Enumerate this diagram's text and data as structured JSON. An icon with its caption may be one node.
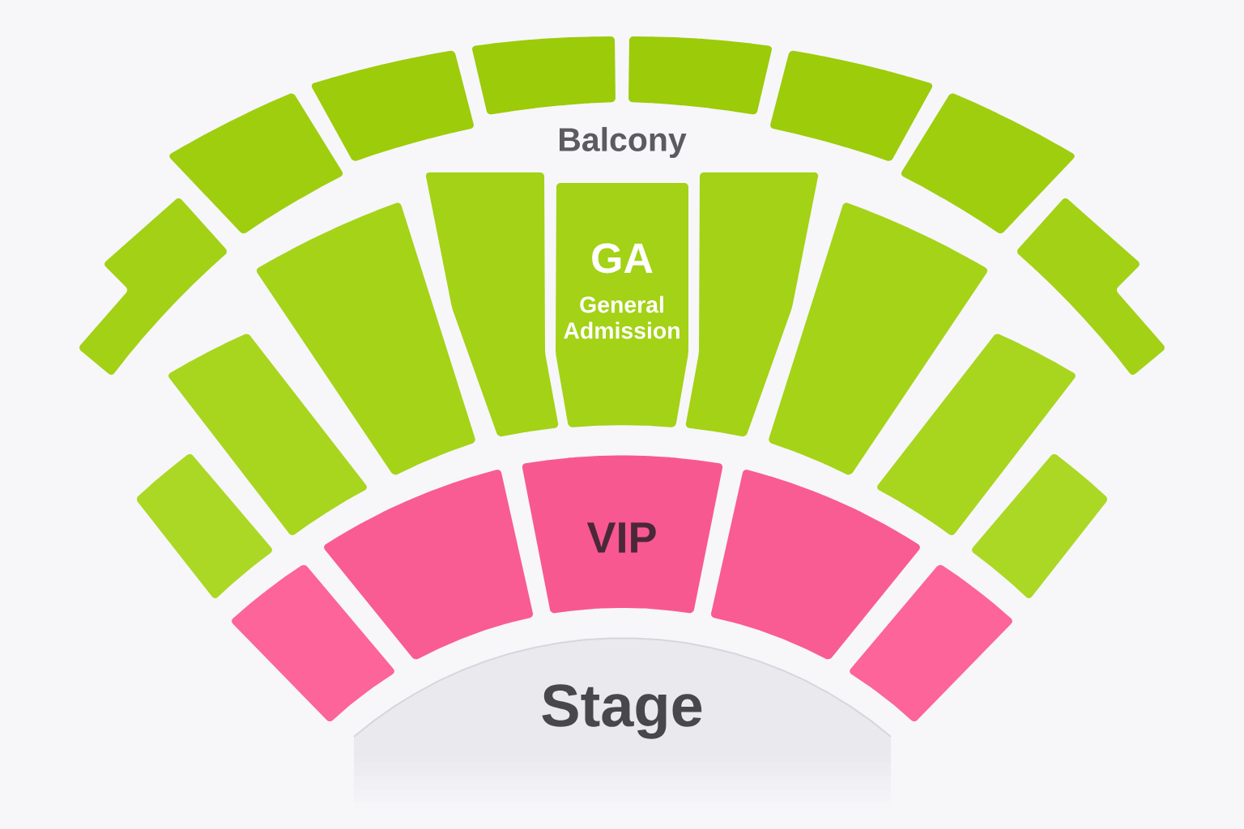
{
  "diagram": {
    "nodes": [
      {
        "text": [],
        "shape": "box"
      },
      {
        "text": [],
        "shape": "box"
      },
      {
        "text": [],
        "shape": "box"
      },
      {
        "text": [],
        "shape": "box"
      },
      {
        "text": [],
        "shape": "box"
      },
      {
        "text": [],
        "shape": "box"
      },
      {
        "text": [],
        "shape": "box"
      },
      {
        "text": [],
        "shape": "box"
      },
      {
        "text": [],
        "shape": "box"
      },
      {
        "text": [],
        "shape": "box"
      },
      {
        "text": [
          "GA",
          "General Admission"
        ]
      },
      {
        "text": [],
        "shape": "box"
      },
      {
        "text": [],
        "shape": "box"
      },
      {
        "text": [],
        "shape": "box"
      },
      {
        "text": [],
        "shape": "box"
      },
      {
        "text": [],
        "shape": "box"
      },
      {
        "text": [],
        "shape": "box"
      },
      {
        "text": [],
        "shape": "box"
      },
      {
        "text": [],
        "shape": "box"
      },
      {
        "text": [
          "VIP"
        ]
      },
      {
        "text": [],
        "shape": "box"
      },
      {
        "text": [],
        "shape": "box"
      },
      {
        "text": [
          "Stage"
        ]
      }
    ],
    "labels": [
      "Balcony"
    ]
  }
}
